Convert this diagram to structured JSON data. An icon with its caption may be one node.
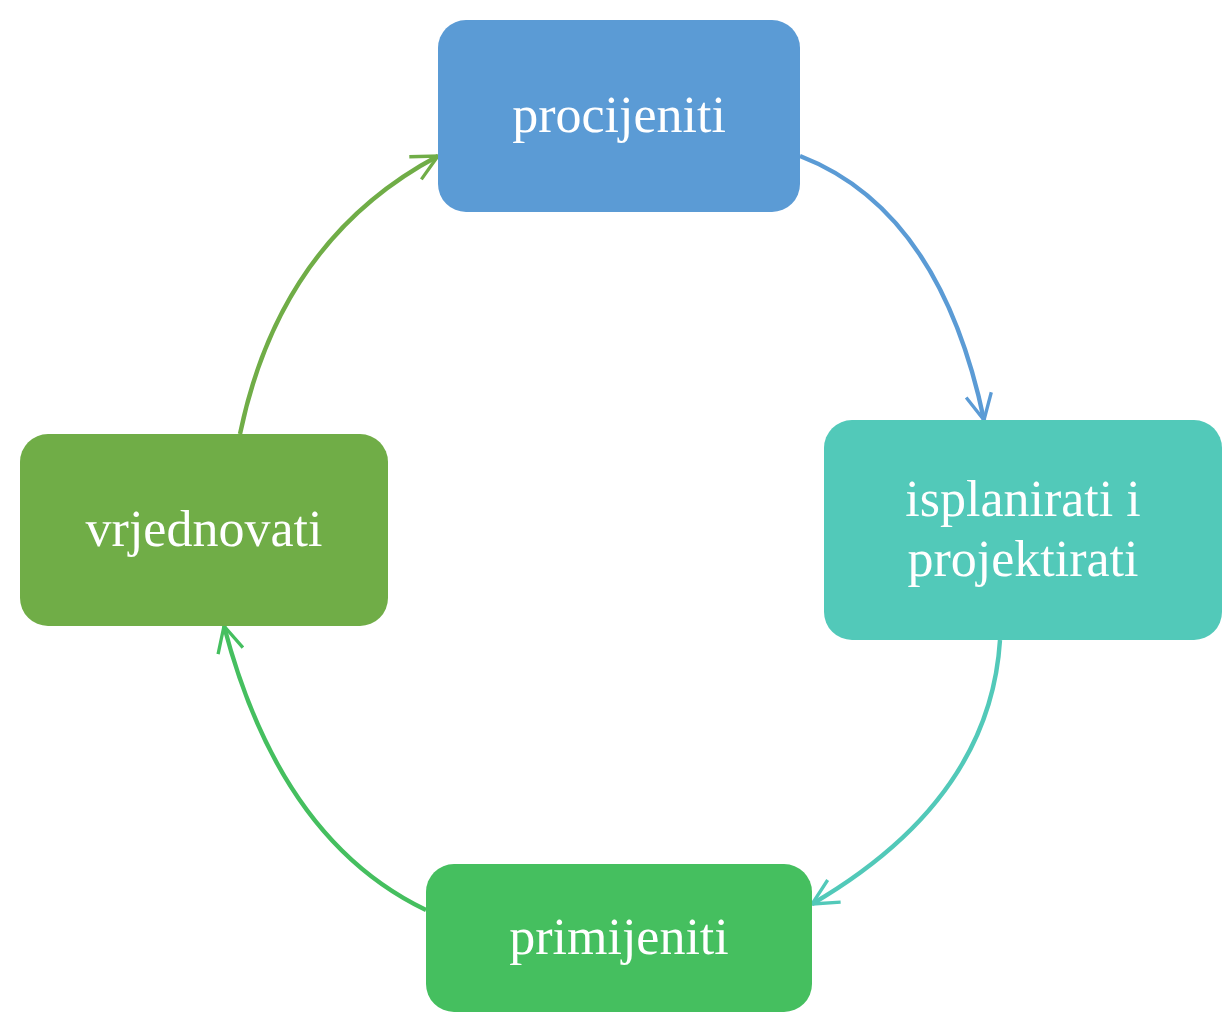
{
  "diagram": {
    "nodes": [
      {
        "text": [
          "procijeniti"
        ]
      },
      {
        "text": [
          "isplanirati i projektirati"
        ]
      },
      {
        "text": [
          "primijeniti"
        ]
      },
      {
        "text": [
          "vrjednovati"
        ]
      }
    ],
    "edges": [
      {
        "from": 0,
        "to": 1,
        "arrow": "to",
        "color": "#5b9bd5"
      },
      {
        "from": 1,
        "to": 2,
        "arrow": "to",
        "color": "#52c9b9"
      },
      {
        "from": 2,
        "to": 3,
        "arrow": "to",
        "color": "#45bf5f"
      },
      {
        "from": 3,
        "to": 0,
        "arrow": "to",
        "color": "#70ad47"
      }
    ]
  }
}
